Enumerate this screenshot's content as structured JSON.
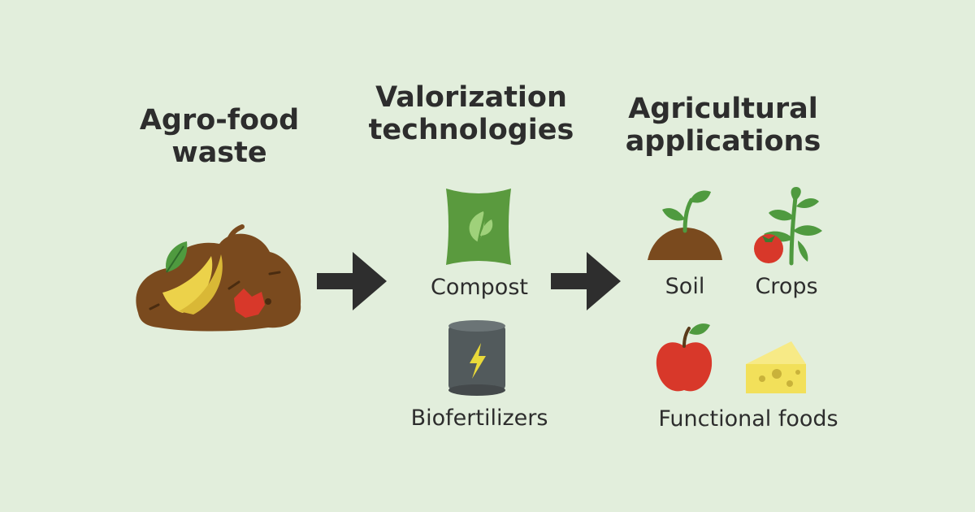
{
  "colors": {
    "background": "#e2eedc",
    "soil": "#7a4a1e",
    "leaf": "#4f9a3f",
    "compost_bag": "#5a9a3e",
    "can": "#525a5c",
    "bolt": "#e9d93a",
    "apple": "#d8382a",
    "cheese": "#f2e05a",
    "arrow": "#2e2e2e"
  },
  "stages": {
    "waste": {
      "title_line1": "Agro-food",
      "title_line2": "waste",
      "icon": "compost-pile-icon"
    },
    "technologies": {
      "title_line1": "Valorization",
      "title_line2": "technologies",
      "items": [
        {
          "label": "Compost",
          "icon": "compost-bag-icon"
        },
        {
          "label": "Biofertilizers",
          "icon": "battery-can-icon"
        }
      ]
    },
    "applications": {
      "title_line1": "Agricultural",
      "title_line2": "applications",
      "items": [
        {
          "label": "Soil",
          "icon": "sprout-soil-icon"
        },
        {
          "label": "Crops",
          "icon": "tomato-plant-icon"
        },
        {
          "label": "Functional foods",
          "icon": "apple-cheese-icon"
        }
      ]
    }
  }
}
